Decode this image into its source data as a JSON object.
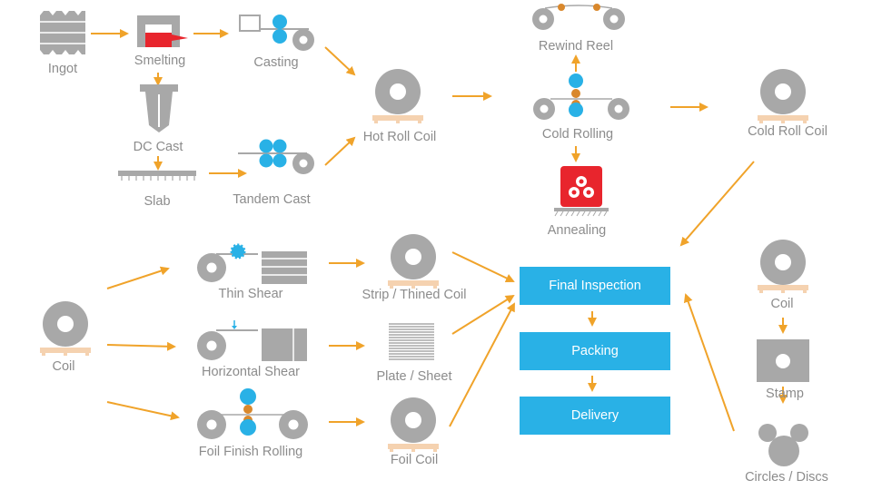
{
  "steps": {
    "ingot": "Ingot",
    "smelting": "Smelting",
    "casting": "Casting",
    "dc_cast": "DC Cast",
    "slab": "Slab",
    "tandem_cast": "Tandem Cast",
    "hot_roll_coil": "Hot Roll Coil",
    "rewind_reel": "Rewind Reel",
    "cold_rolling": "Cold Rolling",
    "annealing": "Annealing",
    "cold_roll_coil": "Cold Roll Coil",
    "coil_left": "Coil",
    "thin_shear": "Thin Shear",
    "horizontal_shear": "Horizontal Shear",
    "foil_finish_rolling": "Foil Finish Rolling",
    "strip_coil": "Strip / Thined Coil",
    "plate_sheet": "Plate / Sheet",
    "foil_coil": "Foil Coil",
    "coil_right": "Coil",
    "stamp": "Stamp",
    "circles_discs": "Circles / Discs"
  },
  "boxes": {
    "final_inspection": "Final Inspection",
    "packing": "Packing",
    "delivery": "Delivery"
  },
  "colors": {
    "arrow": "#f0a32a",
    "box": "#29b1e6",
    "roll": "#a8a8a8",
    "blue_roll": "#29b1e6",
    "pallet": "#f5d2b0",
    "red": "#e8252d",
    "label": "#8c8c8c"
  }
}
